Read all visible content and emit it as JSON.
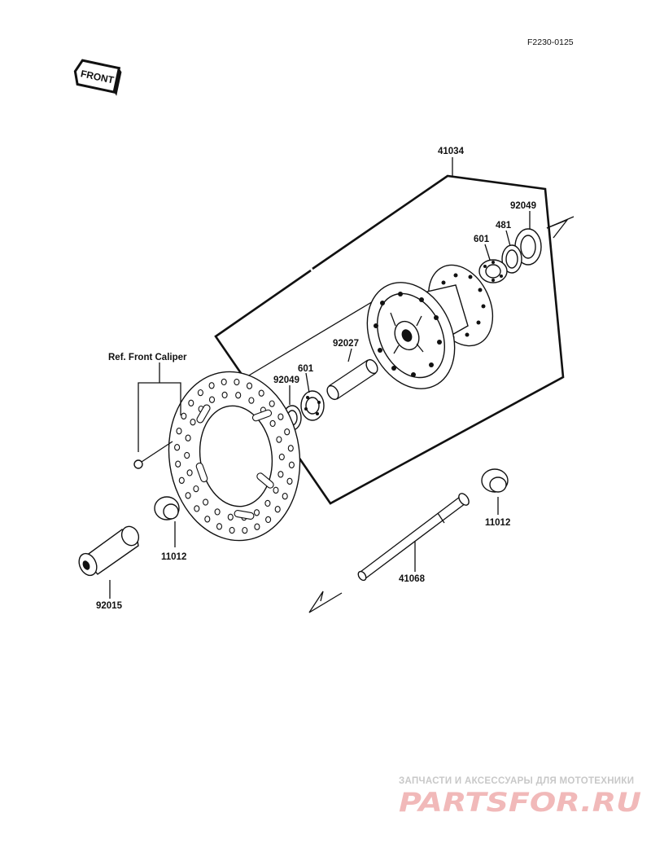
{
  "figure_code": "F2230-0125",
  "front_badge": "FRONT",
  "ref_caliper": "Ref. Front Caliper",
  "parts": {
    "assembly": "41034",
    "seal_right": "92049",
    "spacer_right": "481",
    "bearing_right": "601",
    "distance_collar": "92027",
    "bearing_left": "601",
    "seal_left": "92049",
    "collar_left": "11012",
    "collar_right": "11012",
    "axle": "41068",
    "axle_nut": "92015"
  },
  "watermark": {
    "caption": "ЗАПЧАСТИ И АКСЕССУАРЫ ДЛЯ МОТОТЕХНИКИ",
    "logo": "PARTSFOR.RU"
  },
  "colors": {
    "line": "#111111",
    "watermark_text": "#c8c8c8",
    "watermark_logo": "#f1b9b9"
  }
}
